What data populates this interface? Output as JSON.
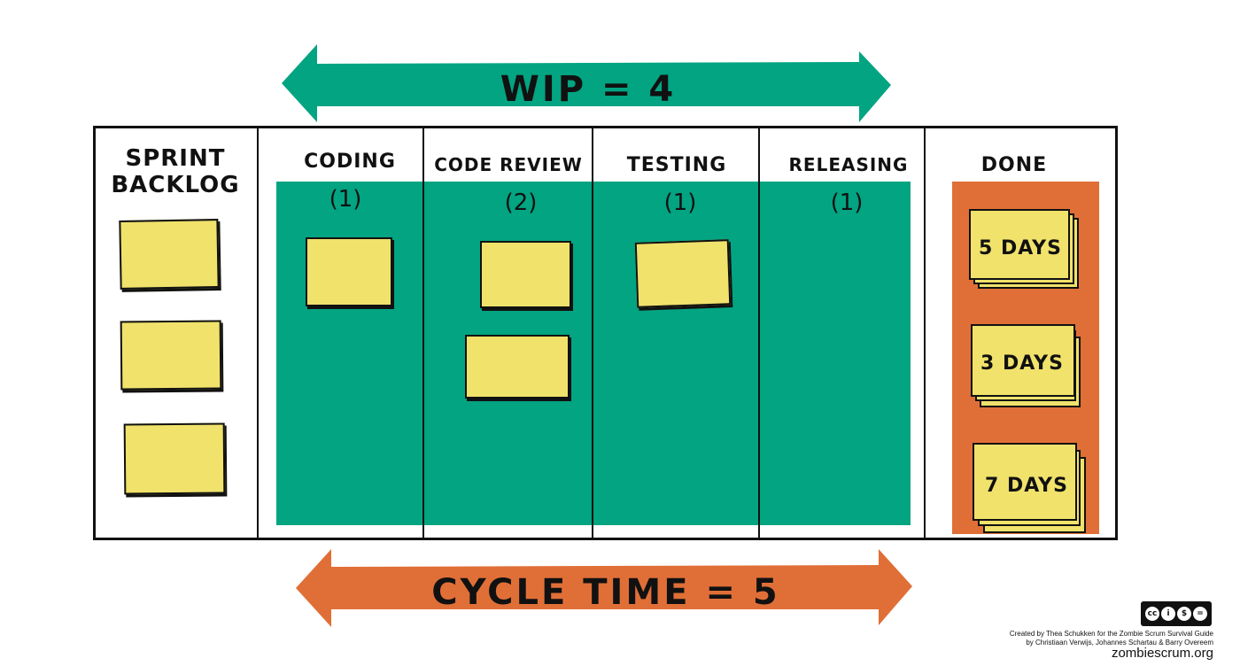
{
  "wip_arrow": {
    "label": "WIP = 4",
    "color": "#02a481"
  },
  "cycle_arrow": {
    "label": "CYCLE TIME = 5",
    "color": "#e06f37"
  },
  "columns": [
    {
      "title_line1": "SPRINT",
      "title_line2": "BACKLOG"
    },
    {
      "title": "CODING",
      "limit": "(1)"
    },
    {
      "title": "CODE REVIEW",
      "limit": "(2)"
    },
    {
      "title": "TESTING",
      "limit": "(1)"
    },
    {
      "title": "RELEASING",
      "limit": "(1)"
    },
    {
      "title": "DONE"
    }
  ],
  "done_items": [
    {
      "label": "5 DAYS"
    },
    {
      "label": "3 DAYS"
    },
    {
      "label": "7 DAYS"
    }
  ],
  "colors": {
    "sticky": "#f0e26b",
    "wip_zone": "#02a481",
    "done_zone": "#e06f37"
  },
  "credit": {
    "license": "cc BY NC ND",
    "line1": "Created by Thea Schukken for the Zombie Scrum Survival Guide",
    "line2": "by Christiaan Verwijs, Johannes Schartau & Barry Overeem",
    "site": "zombiescrum.org"
  }
}
